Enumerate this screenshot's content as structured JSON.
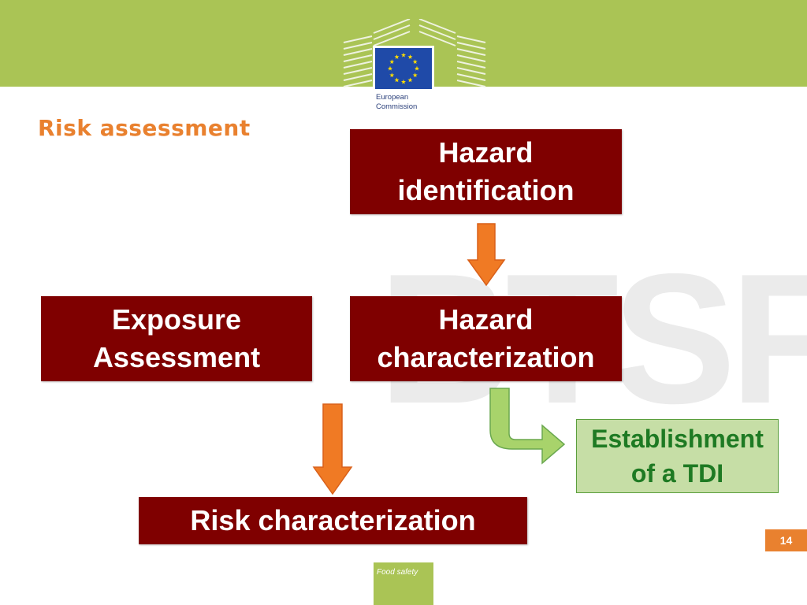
{
  "header": {
    "logo": {
      "name": "european-commission-logo",
      "line1": "European",
      "line2": "Commission"
    },
    "band_color": "#aac455"
  },
  "watermark": {
    "text": "BTSF",
    "color": "#ebebeb"
  },
  "title": {
    "text": "Risk assessment",
    "color": "#e9812f"
  },
  "diagram": {
    "box_color": "#7f0000",
    "arrow_color": "#f07a24",
    "green_arrow_color": "#a8d36b",
    "hazard_identification": {
      "line1": "Hazard",
      "line2": "identification"
    },
    "hazard_characterization": {
      "line1": "Hazard",
      "line2": "characterization"
    },
    "exposure_assessment": {
      "line1": "Exposure",
      "line2": "Assessment"
    },
    "risk_characterization": {
      "text": "Risk characterization"
    },
    "tdi": {
      "line1": "Establishment",
      "line2": "of a TDI",
      "fill": "#c6dea6",
      "text_color": "#1e7a23"
    }
  },
  "footer": {
    "page_number": "14",
    "tab_label": "Food safety"
  }
}
